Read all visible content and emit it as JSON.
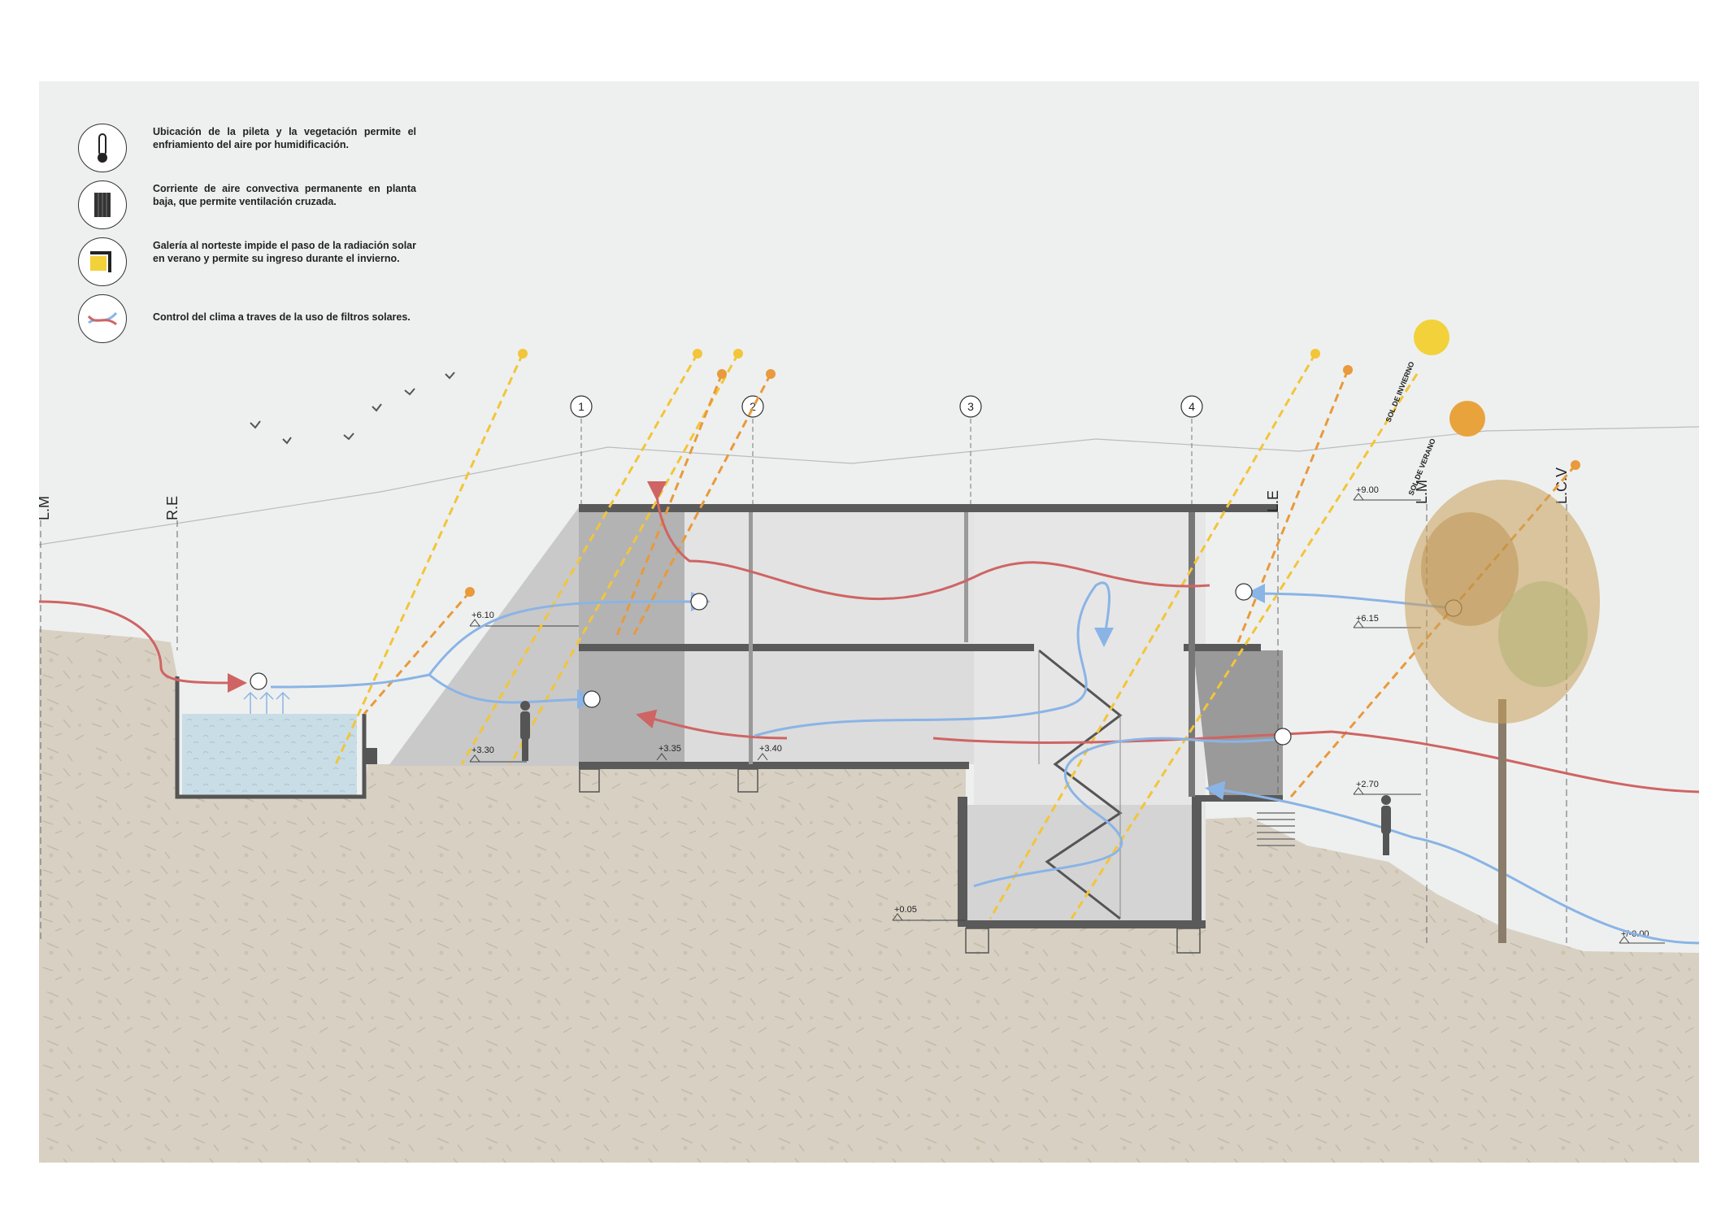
{
  "legend": [
    {
      "icon": "thermometer-icon",
      "text": "Ubicación de la pileta y la vegetación permite el enfriamiento del aire por humidificación."
    },
    {
      "icon": "radiator-icon",
      "text": "Corriente de aire convectiva permanente en planta baja, que permite ventilación cruzada."
    },
    {
      "icon": "gallery-corner-icon",
      "text": "Galería al norteste impide el paso de la radiación solar en verano y permite su ingreso durante el invierno."
    },
    {
      "icon": "airflow-arrows-icon",
      "text": "Control del clima a traves de la uso de filtros solares."
    }
  ],
  "grid_axes": [
    "1",
    "2",
    "3",
    "4"
  ],
  "boundary_lines": {
    "lm_left": "L.M",
    "re": "R.E",
    "le": "L.E",
    "lm_right": "L.M",
    "lcv": "L.C.V"
  },
  "levels": {
    "roof": "+9.00",
    "first_left": "+6.10",
    "first_right": "+6.15",
    "ground_left": "+3.30",
    "ground_mid": "+3.35",
    "ground_hall": "+3.40",
    "entry": "+2.70",
    "basement": "+0.05",
    "street": "+/-0.00"
  },
  "sun_labels": {
    "winter": "SOL DE INVIERNO",
    "summer": "SOL DE VERANO"
  },
  "colors": {
    "cool_air": "#8ab4e6",
    "warm_air": "#cf6464",
    "winter_sun": "#f2c53a",
    "summer_sun": "#e89a3c",
    "soil": "#d9d2c4",
    "structure": "#5a5a5a",
    "sky": "#eef0ef"
  }
}
